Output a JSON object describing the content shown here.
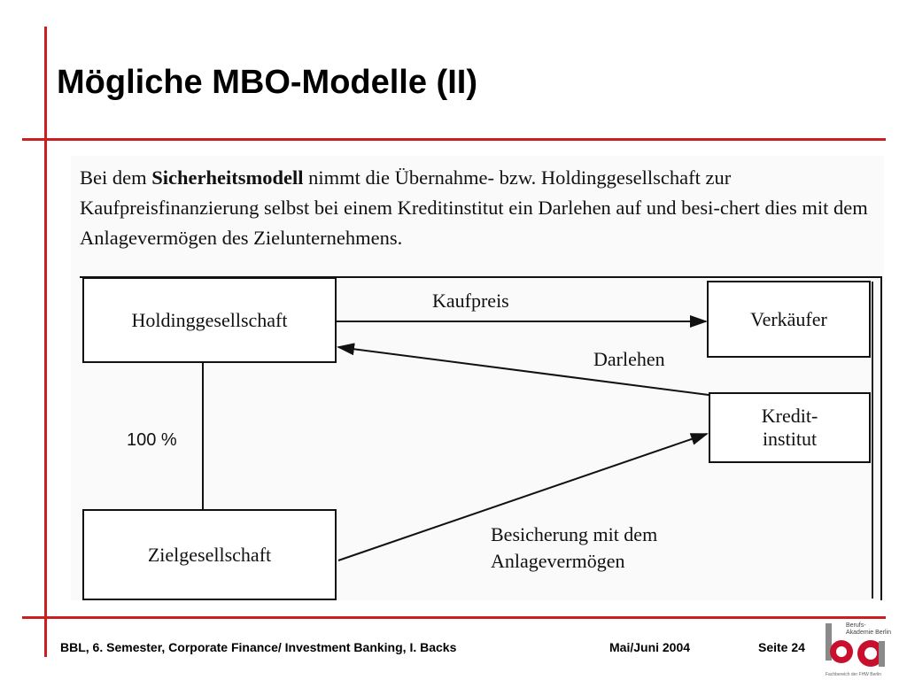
{
  "slide": {
    "title": "Mögliche MBO-Modelle (II)"
  },
  "intro": {
    "pre": "Bei dem ",
    "highlight": "Sicherheitsmodell",
    "post": " nimmt die Übernahme- bzw. Holdinggesellschaft zur Kaufpreisfinanzierung selbst bei einem Kreditinstitut ein Darlehen auf und besi-chert dies mit dem Anlagevermögen des Zielunternehmens."
  },
  "diagram": {
    "nodes": {
      "holding": "Holdinggesellschaft",
      "verkaeufer": "Verkäufer",
      "kredit_line1": "Kredit-",
      "kredit_line2": "institut",
      "ziel": "Zielgesellschaft"
    },
    "edges": {
      "kaufpreis": "Kaufpreis",
      "darlehen": "Darlehen",
      "besicherung_line1": "Besicherung mit dem",
      "besicherung_line2": "Anlagevermögen",
      "ownership": "100 %"
    }
  },
  "footer": {
    "course": "BBL, 6. Semester, Corporate Finance/ Investment Banking,  I. Backs",
    "date": "Mai/Juni 2004",
    "page": "Seite 24"
  },
  "logo": {
    "line1": "Berufs-",
    "line2": "Akademie Berlin",
    "caption": "Fachbereich der FHW Berlin",
    "color_primary": "#c8102e",
    "color_secondary": "#8a8a8a"
  },
  "colors": {
    "accent": "#cc1f1f"
  }
}
